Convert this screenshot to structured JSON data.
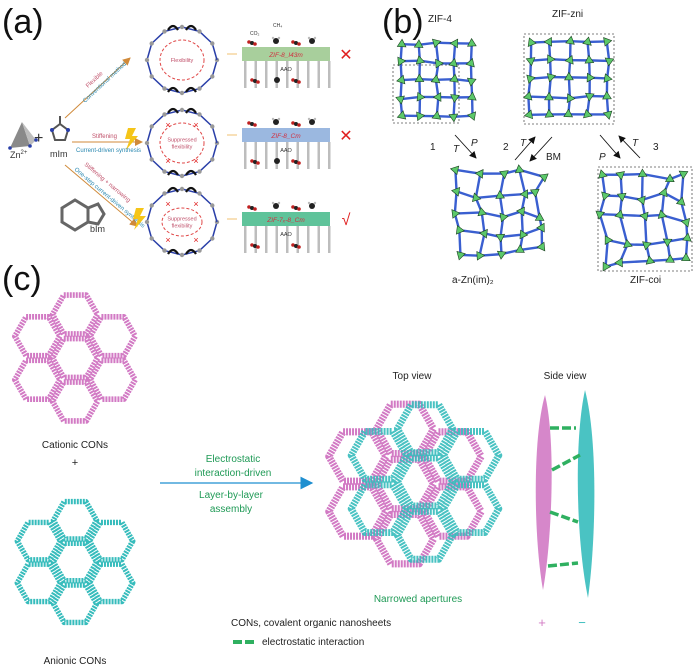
{
  "panels": {
    "a": "(a)",
    "b": "(b)",
    "c": "(c)"
  },
  "panel_a": {
    "zn_label": "Zn",
    "zn_sup": "2+",
    "mim_label": "mIm",
    "bim_label": "bIm",
    "routes": [
      {
        "top": "Flexible",
        "bottom": "Conventional method"
      },
      {
        "top": "Stiffening",
        "bottom": "Current-driven synthesis"
      },
      {
        "top": "Stiffening + narrowing",
        "bottom": "One-step current-driven synthesis"
      }
    ],
    "ring_labels": [
      "Flexibility",
      "Suppressed flexibility",
      "Suppressed flexibility"
    ],
    "gas_labels": {
      "co2": "CO₂",
      "ch4": "CH₄"
    },
    "membranes": [
      {
        "label": "ZIF-8_I43m",
        "color": "#a8cf9c",
        "result": "✕"
      },
      {
        "label": "ZIF-8_Cm",
        "color": "#9bb8e0",
        "result": "✕"
      },
      {
        "label": "ZIF-7ₓ-8_Cm",
        "color": "#5fc39a",
        "result": "√"
      }
    ],
    "support_label": "AAO"
  },
  "panel_b": {
    "structures": [
      "ZIF-4",
      "ZIF-zni",
      "a-Zn(im)₂",
      "ZIF-coi"
    ],
    "paths": [
      "1",
      "2",
      "3"
    ],
    "arrow_labels": {
      "t": "T",
      "p": "P",
      "bm": "BM"
    }
  },
  "panel_c": {
    "cationic_label": "Cationic CONs",
    "plus": "+",
    "anionic_label": "Anionic CONs",
    "arrow_top": [
      "Electrostatic",
      "interaction-driven"
    ],
    "arrow_bottom": [
      "Layer-by-layer",
      "assembly"
    ],
    "top_view": "Top view",
    "side_view": "Side view",
    "narrowed": "Narrowed apertures",
    "legend_cons": "CONs, covalent organic nanosheets",
    "legend_electrostatic": "electrostatic interaction",
    "charge_plus": "+",
    "charge_minus": "−",
    "colors": {
      "cationic": "#d27ac4",
      "anionic": "#36bcbc",
      "green": "#1f9a56",
      "arrow": "#1f8fd0"
    }
  }
}
